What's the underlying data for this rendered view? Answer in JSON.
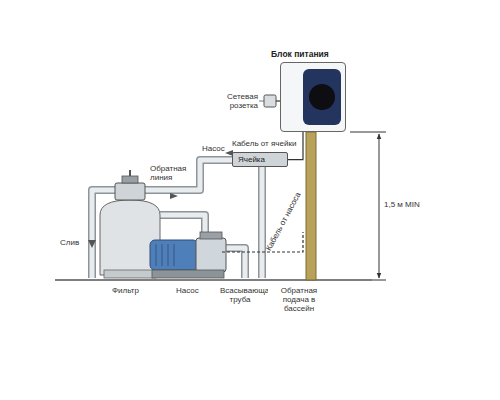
{
  "diagram": {
    "nodes": [
      {
        "text": [
          "Блок питания"
        ]
      },
      {
        "text": [
          "Ячейка"
        ]
      }
    ],
    "edges": [
      {
        "from": 1,
        "to": 0,
        "arrow": "none",
        "label": "Кабель от ячейки"
      }
    ],
    "labels": [
      "Сетевая розетка",
      "Насос",
      "Обратная линия",
      "Кабель от насоса",
      "Слив",
      "1,5 м MIN",
      "Фильтр",
      "Насос",
      "Всасывающая труба",
      "Обратная подача в бассейн"
    ]
  }
}
